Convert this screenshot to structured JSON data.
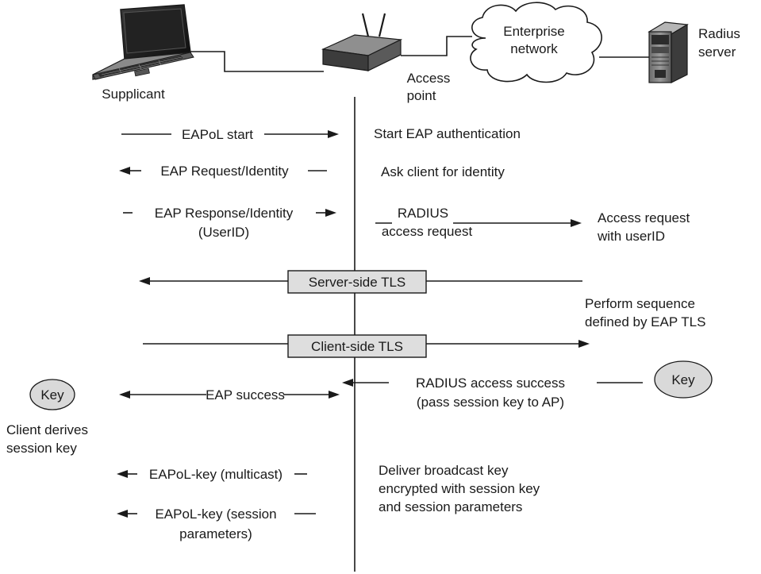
{
  "colors": {
    "ink": "#1a1a1a",
    "box_fill": "#dedede",
    "key_fill": "#d9d9d9",
    "cloud_fill": "#ffffff"
  },
  "nodes": {
    "supplicant": "Supplicant",
    "access_point": [
      "Access",
      "point"
    ],
    "enterprise_network": [
      "Enterprise",
      "network"
    ],
    "radius_server": [
      "Radius",
      "server"
    ]
  },
  "messages": {
    "eapol_start": "EAPoL start",
    "eap_request_identity": "EAP Request/Identity",
    "eap_response_identity": [
      "EAP Response/Identity",
      "(UserID)"
    ],
    "radius_access_request": [
      "RADIUS",
      "access request"
    ],
    "server_side_tls": "Server-side TLS",
    "client_side_tls": "Client-side TLS",
    "eap_success": "EAP success",
    "radius_access_success": [
      "RADIUS access success",
      "(pass session key to AP)"
    ],
    "eapol_key_multicast": "EAPoL-key (multicast)",
    "eapol_key_session": [
      "EAPoL-key (session",
      "parameters)"
    ]
  },
  "notes": {
    "start_eap_authentication": "Start EAP authentication",
    "ask_client_identity": "Ask client for identity",
    "access_request_userid": [
      "Access request",
      "with userID"
    ],
    "perform_sequence": [
      "Perform sequence",
      "defined by EAP TLS"
    ],
    "client_derives_key": [
      "Client derives",
      "session key"
    ],
    "deliver_broadcast_key": [
      "Deliver broadcast key",
      "encrypted with session key",
      "and session parameters"
    ]
  },
  "keys": {
    "client_key": "Key",
    "server_key": "Key"
  }
}
